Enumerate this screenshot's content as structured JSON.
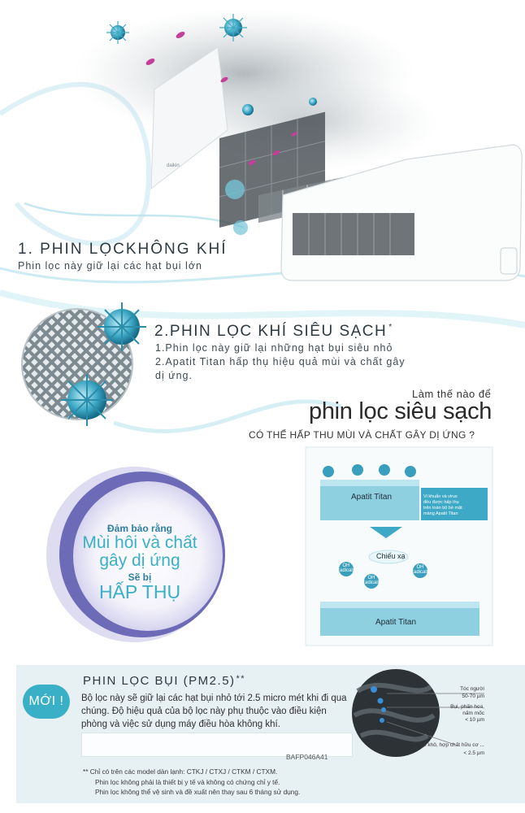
{
  "section1": {
    "title": "1. PHIN LỌCKHÔNG KHÍ",
    "subtitle": "Phin lọc này giữ lại các hạt bụi lớn"
  },
  "section2": {
    "title": "2.PHIN LỌC KHÍ SIÊU SẠCH",
    "title_mark": "*",
    "line1": "1.Phin lọc này giữ lại những hạt bụi siêu nhỏ",
    "line2": "2.Apatit Titan hấp thụ hiệu quả mùi và chất gây",
    "line3": "dị ứng."
  },
  "how": {
    "small": "Làm thế nào để",
    "big": "phin lọc siêu sạch",
    "caption": "CÓ THỂ HẤP THU MÙI VÀ CHẤT GÂY DỊ ỨNG ?"
  },
  "circle": {
    "line1": "Đảm bảo rằng",
    "line2": "Mùi hôi và chất",
    "line3": "gây dị ứng",
    "line4": "Sẽ bị",
    "line5": "HẤP THỤ"
  },
  "diagram": {
    "top_label": "Apatit Titan",
    "note1": "Vi khuẩn và virus",
    "note2": "đều được hấp thụ",
    "note3": "trên toàn bộ bề mặt",
    "note4": "màng Apatit Titan",
    "irradiation": "Chiếu xạ",
    "oh": "OH",
    "radicals": "radicals",
    "bottom_label": "Apatit Titan"
  },
  "pm": {
    "badge": "MỚI !",
    "title": "PHIN LỌC BỤI (PM2.5)",
    "title_mark": "**",
    "desc": "Bộ lọc này sẽ giữ lại các hạt bụi nhỏ tới 2.5 micro mét khi đi qua chúng. Độ hiệu quả của bộ lọc này phụ thuộc vào điều kiện phòng và việc sử dụng máy điều hòa không khí.",
    "code": "BAFP046A41",
    "footnote1": "**  Chỉ có trên các model dàn lạnh: CTKJ / CTXJ / CTKM / CTXM.",
    "footnote2": "Phin lọc không phải là thiết bị y tế và không có chứng chỉ y tế.",
    "footnote3": "Phin lọc không thể vệ sinh và đề xuất nên thay sau 6 tháng sử dụng.",
    "size1_a": "Tóc người",
    "size1_b": "50-70 µm",
    "size2_a": "Bụi, phấn hoa,",
    "size2_b": "nấm mốc",
    "size2_c": "< 10 µm",
    "size3_a": "Bụi khô, hợp chất hữu cơ ...",
    "size3_b": "< 2.5 µm"
  },
  "colors": {
    "accent": "#3ab0c7",
    "dark_text": "#2e3a42",
    "panel_bg": "#e7f0f3",
    "circle_purple": "#6d6ab8"
  }
}
